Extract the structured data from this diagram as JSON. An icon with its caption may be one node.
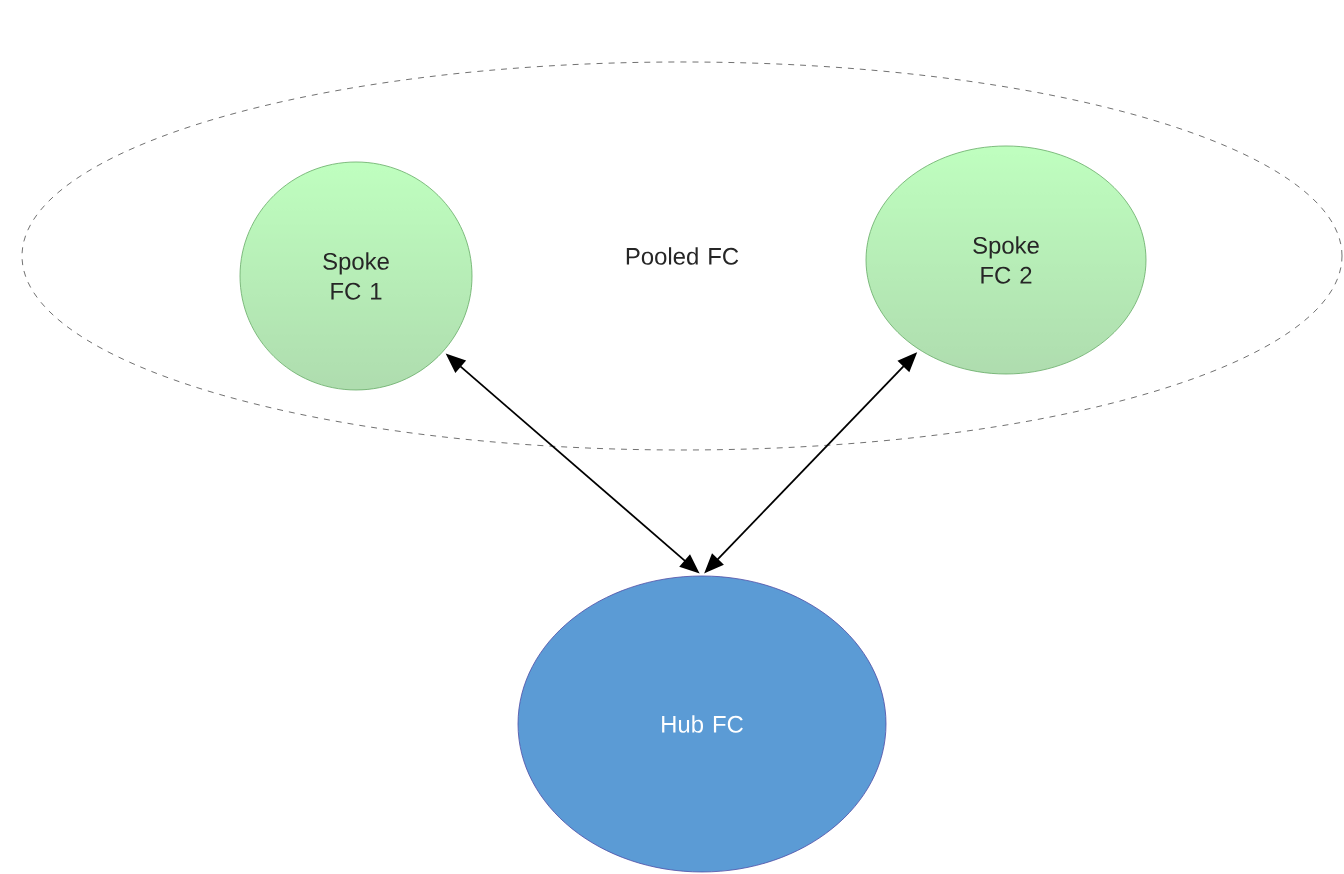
{
  "diagram": {
    "nodes": [
      {
        "text": [
          "Pooled FC"
        ]
      },
      {
        "text": [
          "Spoke FC 1"
        ],
        "in": 0
      },
      {
        "text": [
          "Spoke FC 2"
        ],
        "in": 0
      },
      {
        "text": [
          "Hub FC"
        ]
      }
    ],
    "edges": [
      {
        "from": 1,
        "to": 3,
        "arrow": "both"
      },
      {
        "from": 2,
        "to": 3,
        "arrow": "both"
      }
    ]
  }
}
